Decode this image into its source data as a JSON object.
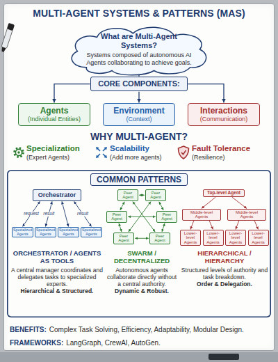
{
  "diagram": {
    "title": "MULTI-AGENT SYSTEMS & PATTERNS (MAS)",
    "nodes": [
      {
        "text": [
          "What are Multi-Agent Systems?",
          "Systems composed of autonomous AI Agents collaborating to achieve goals."
        ]
      },
      {
        "text": [
          "CORE COMPONENTS:"
        ]
      },
      {
        "text": [
          "Agents",
          "(Individual Entities)"
        ]
      },
      {
        "text": [
          "Environment",
          "(Context)"
        ]
      },
      {
        "text": [
          "Interactions",
          "(Communication)"
        ]
      },
      {
        "text": [
          "COMMON PATTERNS"
        ]
      },
      {
        "text": [
          "Orchestrator"
        ],
        "in": 5
      },
      {
        "text": [
          "Specialized Agents"
        ],
        "in": 5
      },
      {
        "text": [
          "Specialized Agents"
        ],
        "in": 5
      },
      {
        "text": [
          "Specialized Agents"
        ],
        "in": 5
      },
      {
        "text": [
          "Specialized Agents"
        ],
        "in": 5
      },
      {
        "text": [
          "Peer Agent"
        ],
        "in": 5
      },
      {
        "text": [
          "Peer Agent"
        ],
        "in": 5
      },
      {
        "text": [
          "Peer Agent"
        ],
        "in": 5
      },
      {
        "text": [
          "Peer Agent"
        ],
        "in": 5
      },
      {
        "text": [
          "Peer Agent"
        ],
        "in": 5
      },
      {
        "text": [
          "Peer Agent"
        ],
        "in": 5
      },
      {
        "text": [
          "Top-level Agent"
        ],
        "in": 5
      },
      {
        "text": [
          "Middle-level Agents"
        ],
        "in": 5
      },
      {
        "text": [
          "Middle-level Agents"
        ],
        "in": 5
      },
      {
        "text": [
          "Lower-level Agents"
        ],
        "in": 5
      },
      {
        "text": [
          "Lower-level Agents"
        ],
        "in": 5
      },
      {
        "text": [
          "Lower-level Agents"
        ],
        "in": 5
      },
      {
        "text": [
          "Lower-level Agents"
        ],
        "in": 5
      }
    ],
    "edges": [
      {
        "from": 0,
        "to": 1,
        "arrow": "to"
      },
      {
        "from": 1,
        "to": 2,
        "arrow": "to"
      },
      {
        "from": 1,
        "to": 3,
        "arrow": "to"
      },
      {
        "from": 1,
        "to": 4,
        "arrow": "to"
      },
      {
        "from": 6,
        "to": 7,
        "label": "request",
        "arrow": "both"
      },
      {
        "from": 6,
        "to": 8,
        "label": "result",
        "arrow": "both"
      },
      {
        "from": 6,
        "to": 9,
        "arrow": "both"
      },
      {
        "from": 6,
        "to": 10,
        "label": "result",
        "arrow": "both"
      },
      {
        "from": 11,
        "to": 12,
        "arrow": "both"
      },
      {
        "from": 12,
        "to": 14,
        "arrow": "both"
      },
      {
        "from": 14,
        "to": 16,
        "arrow": "both"
      },
      {
        "from": 16,
        "to": 15,
        "arrow": "both"
      },
      {
        "from": 15,
        "to": 13,
        "arrow": "both"
      },
      {
        "from": 13,
        "to": 11,
        "arrow": "both"
      },
      {
        "from": 11,
        "to": 16,
        "arrow": "both"
      },
      {
        "from": 12,
        "to": 15,
        "arrow": "both"
      },
      {
        "from": 13,
        "to": 14,
        "arrow": "both"
      },
      {
        "from": 17,
        "to": 18,
        "arrow": "to"
      },
      {
        "from": 17,
        "to": 19,
        "arrow": "to"
      },
      {
        "from": 18,
        "to": 20,
        "arrow": "to"
      },
      {
        "from": 18,
        "to": 21,
        "arrow": "to"
      },
      {
        "from": 19,
        "to": 22,
        "arrow": "to"
      },
      {
        "from": 19,
        "to": 23,
        "arrow": "to"
      }
    ],
    "labels": [
      "WHY MULTI-AGENT?",
      "Specialization",
      "(Expert Agents)",
      "Scalability",
      "(Add more agents)",
      "Fault Tolerance",
      "(Resilience)",
      "ORCHESTRATOR / AGENTS AS TOOLS",
      "A central manager coordinates and delegates tasks to specialized experts.",
      "Hierarchical & Structured.",
      "SWARM / DECENTRALIZED",
      "Autonomous agents collaborate directly without a central authority.",
      "Dynamic & Robust.",
      "HIERARCHICAL / HIERARCHY",
      "Structured levels of authority and task breakdown.",
      "Order & Delegation.",
      "BENEFITS:",
      "Complex Task Solving, Efficiency, Adaptability, Modular Design.",
      "FRAMEWORKS:",
      "LangGraph, CrewAI, AutoGen."
    ]
  }
}
